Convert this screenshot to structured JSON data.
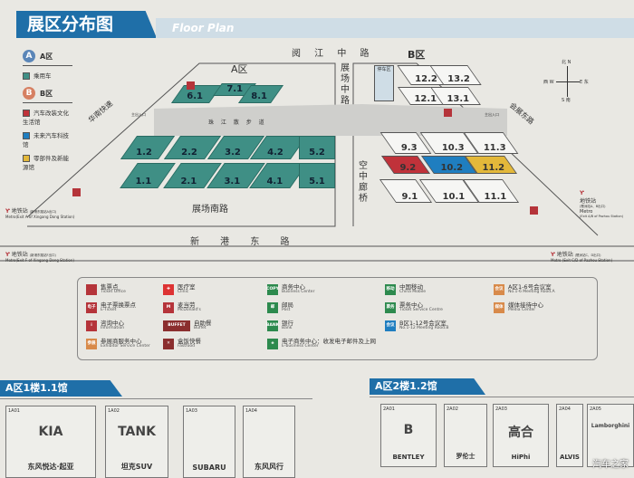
{
  "header": {
    "title": "展区分布图",
    "subtitle": "Floor Plan"
  },
  "legend": {
    "zone_a": {
      "badge": "A",
      "label": "A区",
      "items": [
        {
          "label": "乘用车",
          "color": "#3f8f85"
        }
      ]
    },
    "zone_b": {
      "badge": "B",
      "label": "B区",
      "items": [
        {
          "label": "汽车改装文化生活馆",
          "color": "#c0323a"
        },
        {
          "label": "未来汽车科技馆",
          "color": "#1f7ec0"
        },
        {
          "label": "零部件及新能源馆",
          "color": "#e3b83a"
        }
      ]
    }
  },
  "map": {
    "zone_a_label": "A区",
    "zone_b_label": "B区",
    "roads": {
      "north": "阅 江 中 路",
      "center": "展场中路",
      "south_inner": "展场南路",
      "south": "新 港 东 路",
      "bridge": "空中廊桥",
      "west": "华南快速",
      "east": "会展东路",
      "walkway": "珠 江 散 步 道"
    },
    "halls_a": [
      "6.1",
      "7.1",
      "8.1",
      "1.2",
      "2.2",
      "3.2",
      "4.2",
      "5.2",
      "1.1",
      "2.1",
      "3.1",
      "4.1",
      "5.1"
    ],
    "halls_b": [
      "12.2",
      "13.2",
      "12.1",
      "13.1",
      "9.3",
      "10.3",
      "11.3",
      "9.2",
      "10.2",
      "11.2",
      "9.1",
      "10.1",
      "11.1"
    ],
    "parking": "停车区",
    "entrance": "主出入口",
    "compass": {
      "n": "北 N",
      "s": "S 南",
      "w": "西 W",
      "e": "E 东"
    },
    "metro": [
      {
        "title": "地铁站",
        "sub": "(新港东路站A出口)",
        "en": "Metro(Exit A of Xingang Dong Station)"
      },
      {
        "title": "地铁站",
        "sub": "(新港东路站F出口)",
        "en": "Metro(Exit F of Xingang Dong Station)"
      },
      {
        "title": "地铁站",
        "sub": "(琶洲站A、B出口)",
        "en": "Metro",
        "en2": "(Exit A/B of Pazhou Station)"
      },
      {
        "title": "地铁站",
        "sub": "(琶洲站C、D出口)",
        "en": "Metro (Exit C/D of Pazhou Station)"
      }
    ]
  },
  "facilities": [
    {
      "icon": "ticket-office",
      "badge": "",
      "zh": "售票点",
      "en": "Ticket Office",
      "color": "#b5343a"
    },
    {
      "icon": "e-ticket",
      "badge": "电子",
      "zh": "电子票换票点",
      "en": "E-Ticket",
      "color": "#b5343a"
    },
    {
      "icon": "info",
      "badge": "i",
      "zh": "咨询中心",
      "en": "Information",
      "color": "#b5343a"
    },
    {
      "icon": "exhibitor-service",
      "badge": "参展",
      "zh": "参展商服务中心",
      "en": "Exhibitor Service Center",
      "color": "#d88a4a"
    },
    {
      "icon": "clinic",
      "badge": "✚",
      "zh": "医疗室",
      "en": "Clinic",
      "color": "#d33"
    },
    {
      "icon": "mcdonalds",
      "badge": "M",
      "zh": "麦当劳",
      "en": "McDonald's",
      "color": "#b5343a"
    },
    {
      "icon": "buffet",
      "badge": "BUFFET",
      "zh": "自助餐",
      "en": "Buffet",
      "color": "#8b2e2e"
    },
    {
      "icon": "fastfood",
      "badge": "✕",
      "zh": "盒饭快餐",
      "en": "Fastfood",
      "color": "#8b2e2e"
    },
    {
      "icon": "business-center",
      "badge": "COPY",
      "zh": "商务中心",
      "en": "Business Center",
      "color": "#2d8a4e"
    },
    {
      "icon": "post",
      "badge": "邮",
      "zh": "邮局",
      "en": "Post",
      "color": "#2d8a4e"
    },
    {
      "icon": "bank",
      "badge": "BANK",
      "zh": "银行",
      "en": "Bank",
      "color": "#2d8a4e"
    },
    {
      "icon": "e-business",
      "badge": "e",
      "zh": "电子商务中心：收发电子邮件及上网",
      "en": "E-business Center",
      "color": "#2d8a4e"
    },
    {
      "icon": "china-mobile",
      "badge": "移动",
      "zh": "中国移动",
      "en": "China Mobile",
      "color": "#2d8a4e"
    },
    {
      "icon": "ticket-service",
      "badge": "票务",
      "zh": "票务中心",
      "en": "Ticket Service Centre",
      "color": "#2d8a4e"
    },
    {
      "icon": "meeting-b",
      "badge": "会议",
      "zh": "B区1-12号会议室",
      "en": "No.1-12 Meeting Rood.B",
      "color": "#1f7ec0"
    },
    {
      "icon": "meeting-a",
      "badge": "会议",
      "zh": "A区1-6号会议室",
      "en": "No.1-6 Meeting Rood.A",
      "color": "#d88a4a"
    },
    {
      "icon": "media",
      "badge": "媒体",
      "zh": "媒体接待中心",
      "en": "Media Center",
      "color": "#d88a4a"
    }
  ],
  "sections": [
    {
      "title": "A区1楼1.1馆",
      "booths": [
        {
          "id": "1A01",
          "brand": "东风悦达·起亚",
          "logo": "KIA"
        },
        {
          "id": "1A02",
          "brand": "坦克SUV",
          "logo": "TANK"
        },
        {
          "id": "1A03",
          "brand": "SUBARU",
          "logo": ""
        },
        {
          "id": "1A04",
          "brand": "东风风行",
          "logo": ""
        }
      ]
    },
    {
      "title": "A区2楼1.2馆",
      "booths": [
        {
          "id": "2A01",
          "brand": "BENTLEY",
          "logo": "B"
        },
        {
          "id": "2A02",
          "brand": "罗伦士",
          "logo": ""
        },
        {
          "id": "2A03",
          "brand": "HiPhi",
          "logo": "高合"
        },
        {
          "id": "2A04",
          "brand": "ALVIS",
          "logo": ""
        },
        {
          "id": "2A05",
          "brand": "",
          "logo": "Lamborghini"
        }
      ]
    }
  ],
  "watermark": "汽车之家"
}
